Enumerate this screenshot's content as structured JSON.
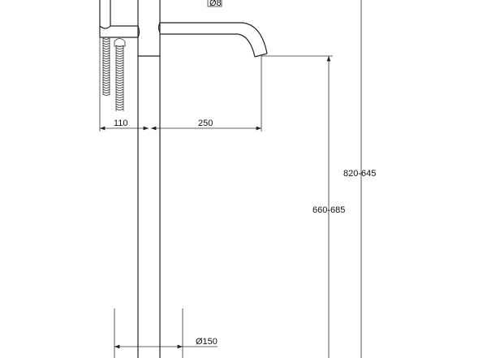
{
  "drawing": {
    "labels": {
      "hose_diameter": "Ø8",
      "handshower_offset": "110",
      "spout_reach": "250",
      "total_height": "820-645",
      "spout_height": "660-685",
      "base_diameter": "Ø150"
    }
  }
}
